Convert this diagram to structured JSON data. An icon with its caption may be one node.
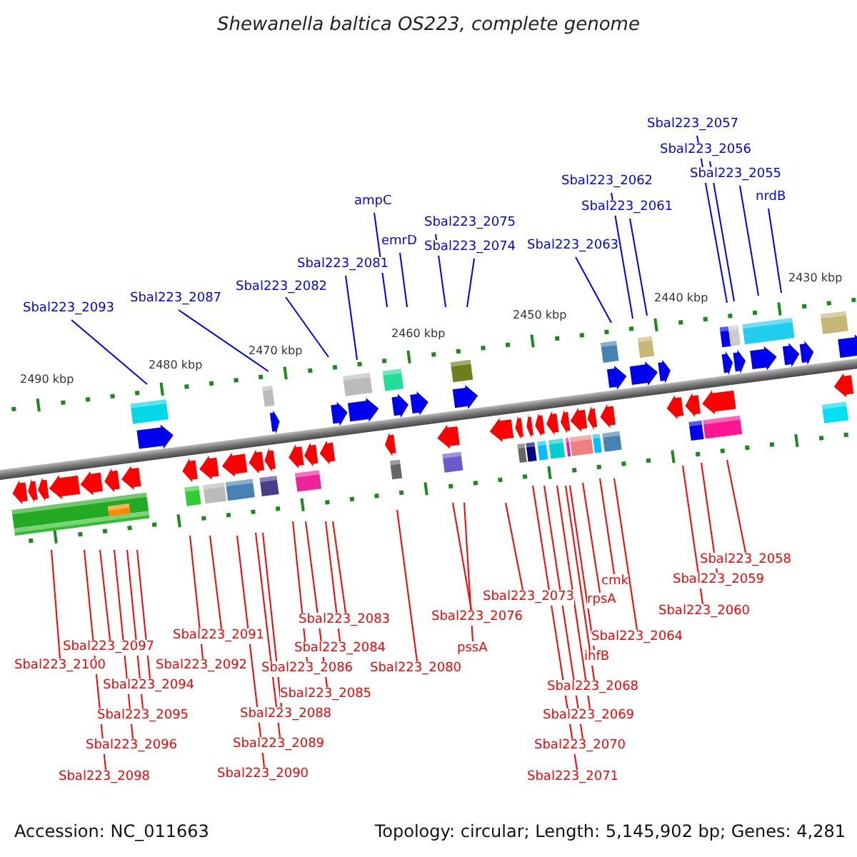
{
  "diagram": {
    "title": "Shewanella baltica OS223, complete genome",
    "nodes": [
      {
        "text": [
          "Sbal223_2093"
        ]
      },
      {
        "text": [
          "Sbal223_2087"
        ]
      },
      {
        "text": [
          "Sbal223_2082"
        ]
      },
      {
        "text": [
          "Sbal223_2081"
        ]
      },
      {
        "text": [
          "ampC"
        ]
      },
      {
        "text": [
          "emrD"
        ]
      },
      {
        "text": [
          "Sbal223_2075"
        ]
      },
      {
        "text": [
          "Sbal223_2074"
        ]
      },
      {
        "text": [
          "Sbal223_2063"
        ]
      },
      {
        "text": [
          "Sbal223_2062"
        ]
      },
      {
        "text": [
          "Sbal223_2061"
        ]
      },
      {
        "text": [
          "Sbal223_2057"
        ]
      },
      {
        "text": [
          "Sbal223_2056"
        ]
      },
      {
        "text": [
          "Sbal223_2055"
        ]
      },
      {
        "text": [
          "nrdB"
        ]
      },
      {
        "text": [
          "Sbal223_2097"
        ]
      },
      {
        "text": [
          "Sbal223_2100"
        ]
      },
      {
        "text": [
          "Sbal223_2094"
        ]
      },
      {
        "text": [
          "Sbal223_2095"
        ]
      },
      {
        "text": [
          "Sbal223_2096"
        ]
      },
      {
        "text": [
          "Sbal223_2098"
        ]
      },
      {
        "text": [
          "Sbal223_2091"
        ]
      },
      {
        "text": [
          "Sbal223_2092"
        ]
      },
      {
        "text": [
          "Sbal223_2086"
        ]
      },
      {
        "text": [
          "Sbal223_2088"
        ]
      },
      {
        "text": [
          "Sbal223_2089"
        ]
      },
      {
        "text": [
          "Sbal223_2090"
        ]
      },
      {
        "text": [
          "Sbal223_2083"
        ]
      },
      {
        "text": [
          "Sbal223_2084"
        ]
      },
      {
        "text": [
          "Sbal223_2085"
        ]
      },
      {
        "text": [
          "Sbal223_2080"
        ]
      },
      {
        "text": [
          "Sbal223_2076"
        ]
      },
      {
        "text": [
          "pssA"
        ]
      },
      {
        "text": [
          "Sbal223_2073"
        ]
      },
      {
        "text": [
          "cmk"
        ]
      },
      {
        "text": [
          "rpsA"
        ]
      },
      {
        "text": [
          "Sbal223_2064"
        ]
      },
      {
        "text": [
          "ihfB"
        ]
      },
      {
        "text": [
          "Sbal223_2068"
        ]
      },
      {
        "text": [
          "Sbal223_2069"
        ]
      },
      {
        "text": [
          "Sbal223_2070"
        ]
      },
      {
        "text": [
          "Sbal223_2071"
        ]
      },
      {
        "text": [
          "Sbal223_2058"
        ]
      },
      {
        "text": [
          "Sbal223_2059"
        ]
      },
      {
        "text": [
          "Sbal223_2060"
        ]
      }
    ],
    "edges": [
      {
        "from": 0,
        "to": null,
        "arrow": "none",
        "color": "#0000ff"
      },
      {
        "from": 1,
        "to": null,
        "arrow": "none",
        "color": "#0000ff"
      },
      {
        "from": 2,
        "to": null,
        "arrow": "none",
        "color": "#0000ff"
      },
      {
        "from": 3,
        "to": null,
        "arrow": "none",
        "color": "#0000ff"
      },
      {
        "from": 4,
        "to": null,
        "arrow": "none",
        "color": "#0000ff"
      },
      {
        "from": 5,
        "to": null,
        "arrow": "none",
        "color": "#0000ff"
      },
      {
        "from": 6,
        "to": null,
        "arrow": "none",
        "color": "#0000ff"
      },
      {
        "from": 7,
        "to": null,
        "arrow": "none",
        "color": "#0000ff"
      },
      {
        "from": 8,
        "to": null,
        "arrow": "none",
        "color": "#0000ff"
      },
      {
        "from": 9,
        "to": null,
        "arrow": "none",
        "color": "#0000ff"
      },
      {
        "from": 10,
        "to": null,
        "arrow": "none",
        "color": "#0000ff"
      },
      {
        "from": 11,
        "to": null,
        "arrow": "none",
        "color": "#0000ff"
      },
      {
        "from": 12,
        "to": null,
        "arrow": "none",
        "color": "#0000ff"
      },
      {
        "from": 13,
        "to": null,
        "arrow": "none",
        "color": "#0000ff"
      },
      {
        "from": 14,
        "to": null,
        "arrow": "none",
        "color": "#0000ff"
      },
      {
        "from": 15,
        "to": null,
        "arrow": "none"
      },
      {
        "from": 16,
        "to": null,
        "arrow": "none"
      },
      {
        "from": 17,
        "to": null,
        "arrow": "none"
      },
      {
        "from": 18,
        "to": null,
        "arrow": "none"
      },
      {
        "from": 19,
        "to": null,
        "arrow": "none"
      },
      {
        "from": 20,
        "to": null,
        "arrow": "none"
      },
      {
        "from": 21,
        "to": null,
        "arrow": "none"
      },
      {
        "from": 22,
        "to": null,
        "arrow": "none"
      },
      {
        "from": 23,
        "to": null,
        "arrow": "none"
      },
      {
        "from": 24,
        "to": null,
        "arrow": "none"
      },
      {
        "from": 25,
        "to": null,
        "arrow": "none"
      },
      {
        "from": 26,
        "to": null,
        "arrow": "none"
      },
      {
        "from": 27,
        "to": null,
        "arrow": "none"
      },
      {
        "from": 28,
        "to": null,
        "arrow": "none"
      },
      {
        "from": 29,
        "to": null,
        "arrow": "none"
      },
      {
        "from": 30,
        "to": null,
        "arrow": "none"
      },
      {
        "from": 31,
        "to": null,
        "arrow": "none"
      },
      {
        "from": 32,
        "to": null,
        "arrow": "none"
      },
      {
        "from": 33,
        "to": null,
        "arrow": "none"
      },
      {
        "from": 34,
        "to": null,
        "arrow": "none"
      },
      {
        "from": 35,
        "to": null,
        "arrow": "none"
      },
      {
        "from": 36,
        "to": null,
        "arrow": "none"
      },
      {
        "from": 37,
        "to": null,
        "arrow": "none"
      },
      {
        "from": 38,
        "to": null,
        "arrow": "none"
      },
      {
        "from": 39,
        "to": null,
        "arrow": "none"
      },
      {
        "from": 40,
        "to": null,
        "arrow": "none"
      },
      {
        "from": 41,
        "to": null,
        "arrow": "none"
      },
      {
        "from": 42,
        "to": null,
        "arrow": "none"
      },
      {
        "from": 43,
        "to": null,
        "arrow": "none"
      },
      {
        "from": 44,
        "to": null,
        "arrow": "none"
      }
    ],
    "labels": [
      "2490 kbp",
      "2480 kbp",
      "2470 kbp",
      "2460 kbp",
      "2450 kbp",
      "2440 kbp",
      "2430 kbp",
      "Accession: NC_011663",
      "Topology: circular; Length: 5,145,902 bp; Genes: 4,281"
    ]
  }
}
